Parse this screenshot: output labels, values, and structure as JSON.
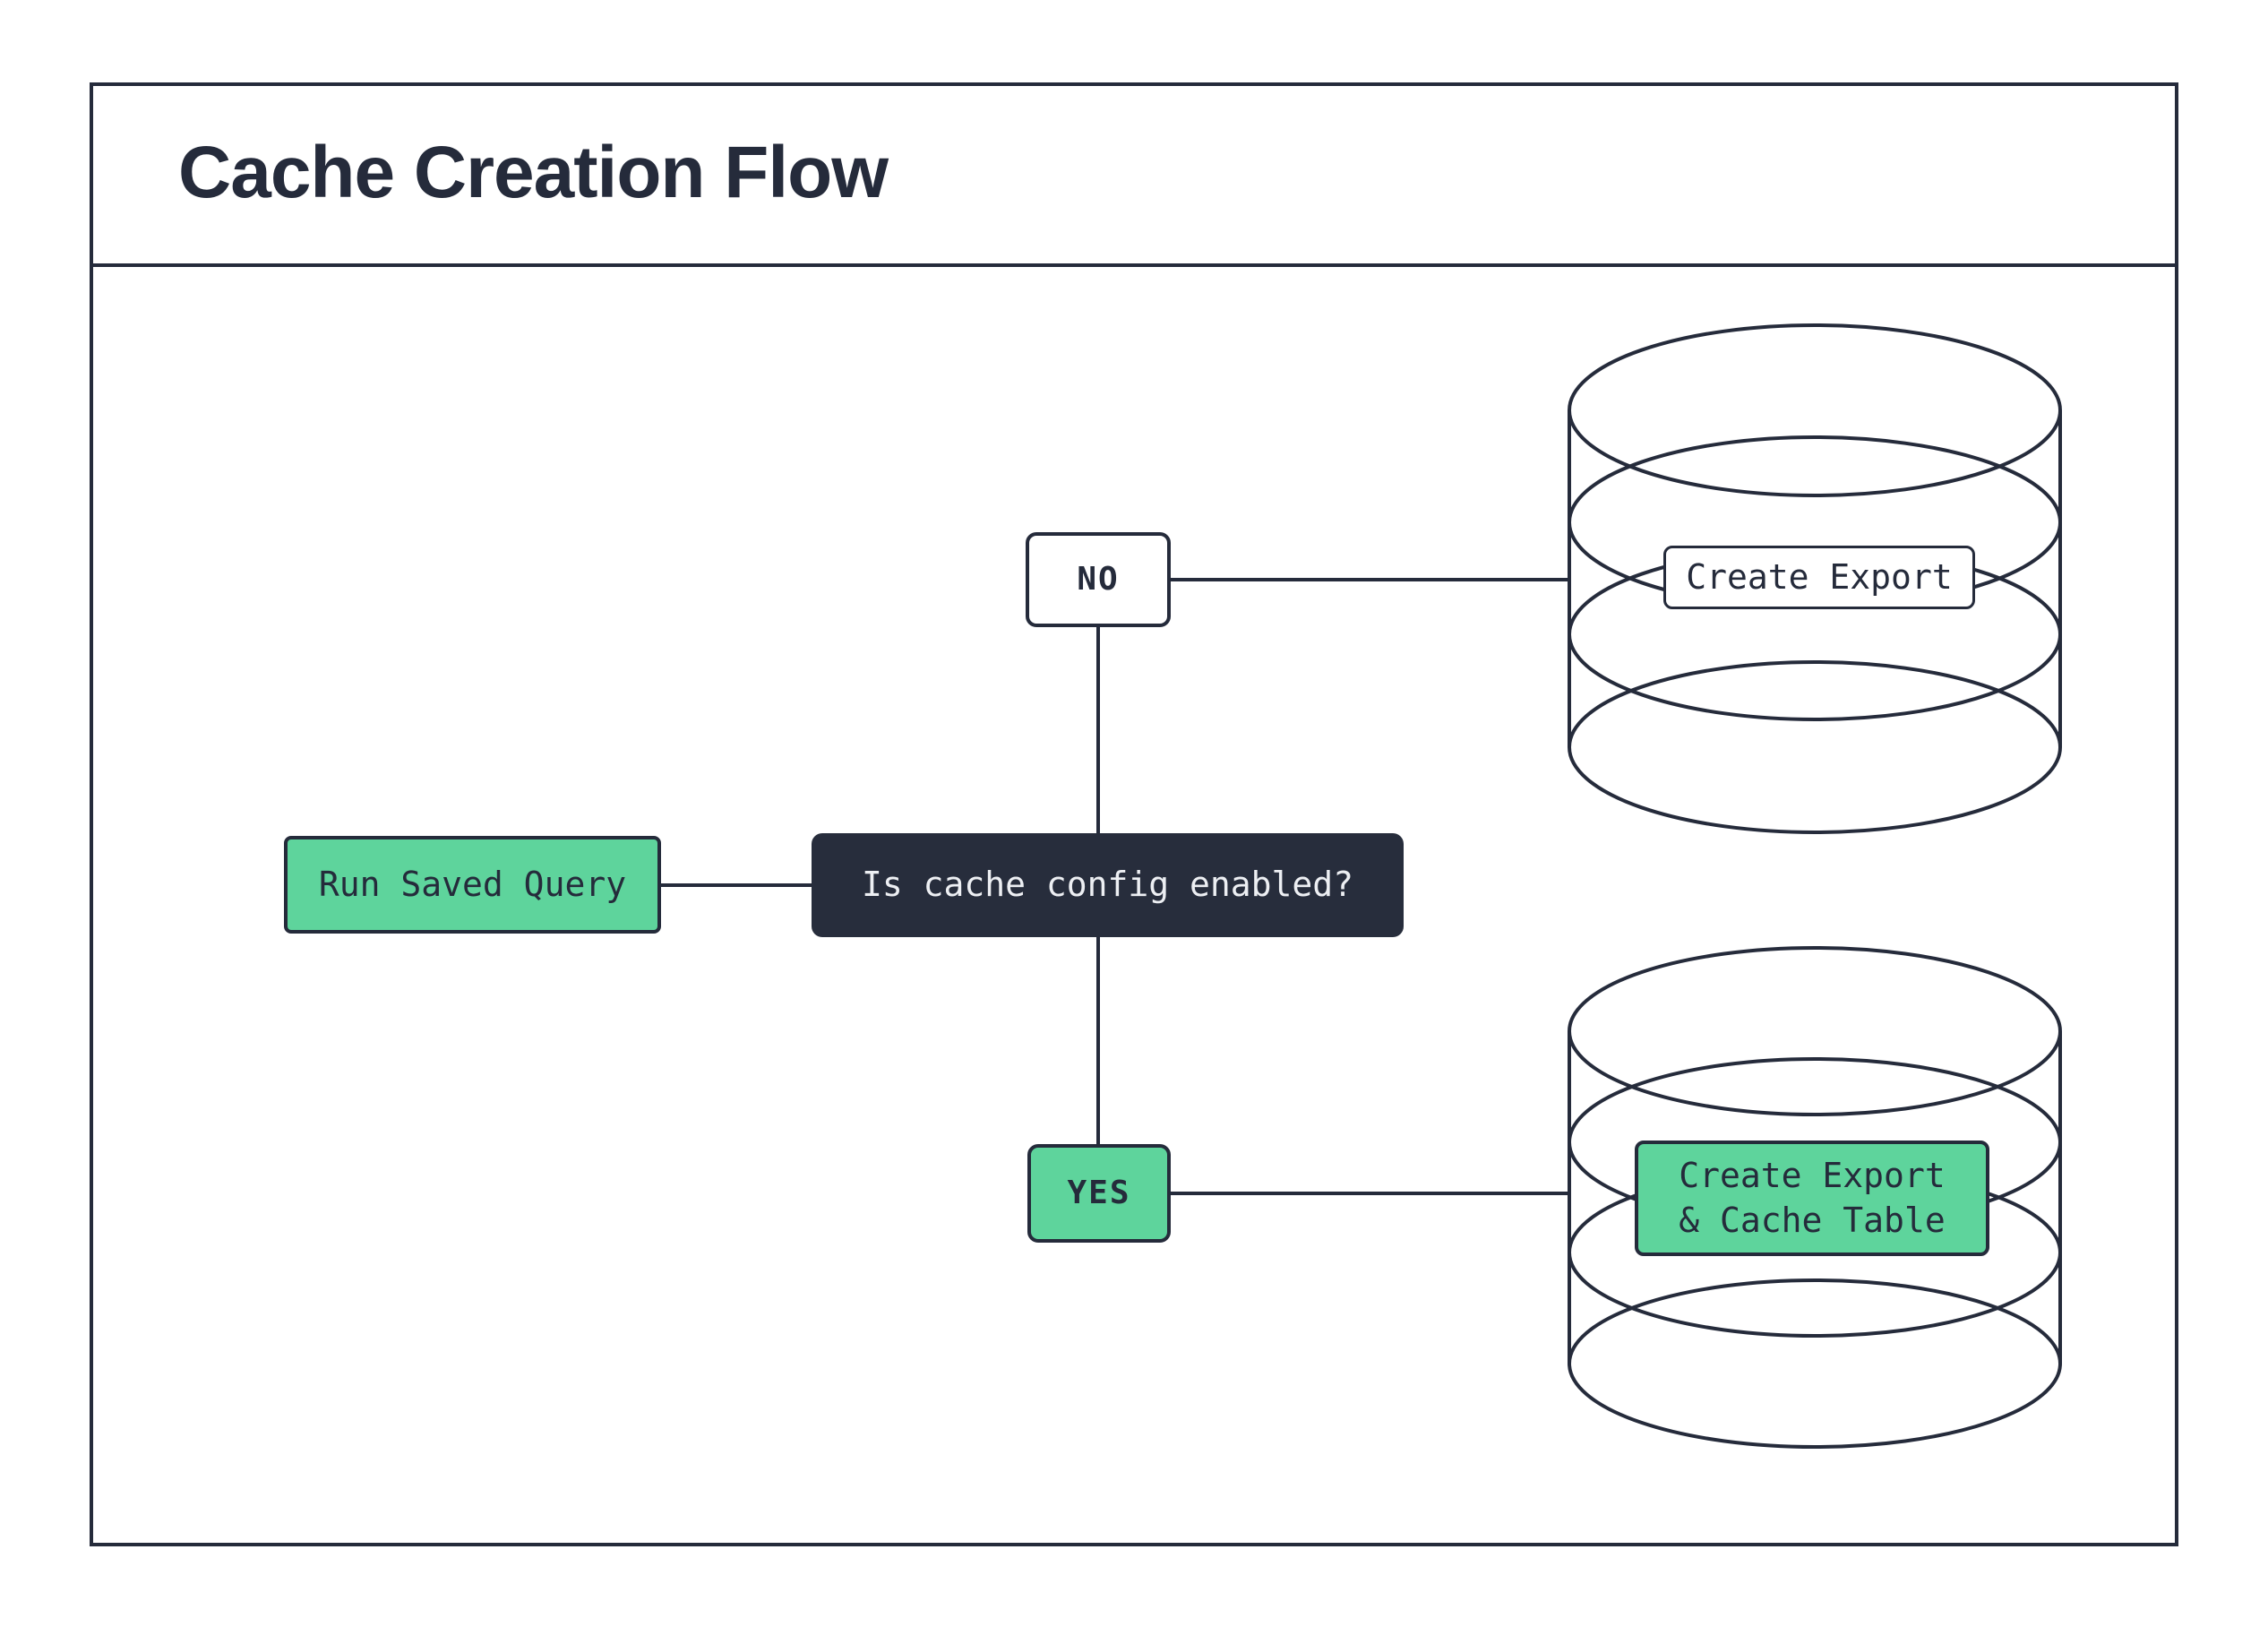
{
  "title": "Cache Creation Flow",
  "colors": {
    "ink": "#252b3b",
    "panel": "#272d3c",
    "green": "#5ed49c",
    "paper": "#ffffff",
    "light-text": "#edeff3"
  },
  "nodes": {
    "run_saved_query": {
      "label": "Run Saved Query"
    },
    "decision": {
      "label": "Is cache config enabled?"
    },
    "no_branch": {
      "label": "NO"
    },
    "yes_branch": {
      "label": "YES"
    },
    "create_export": {
      "label": "Create Export"
    },
    "create_export_cache": {
      "line1": "Create Export",
      "line2": "& Cache Table"
    }
  }
}
